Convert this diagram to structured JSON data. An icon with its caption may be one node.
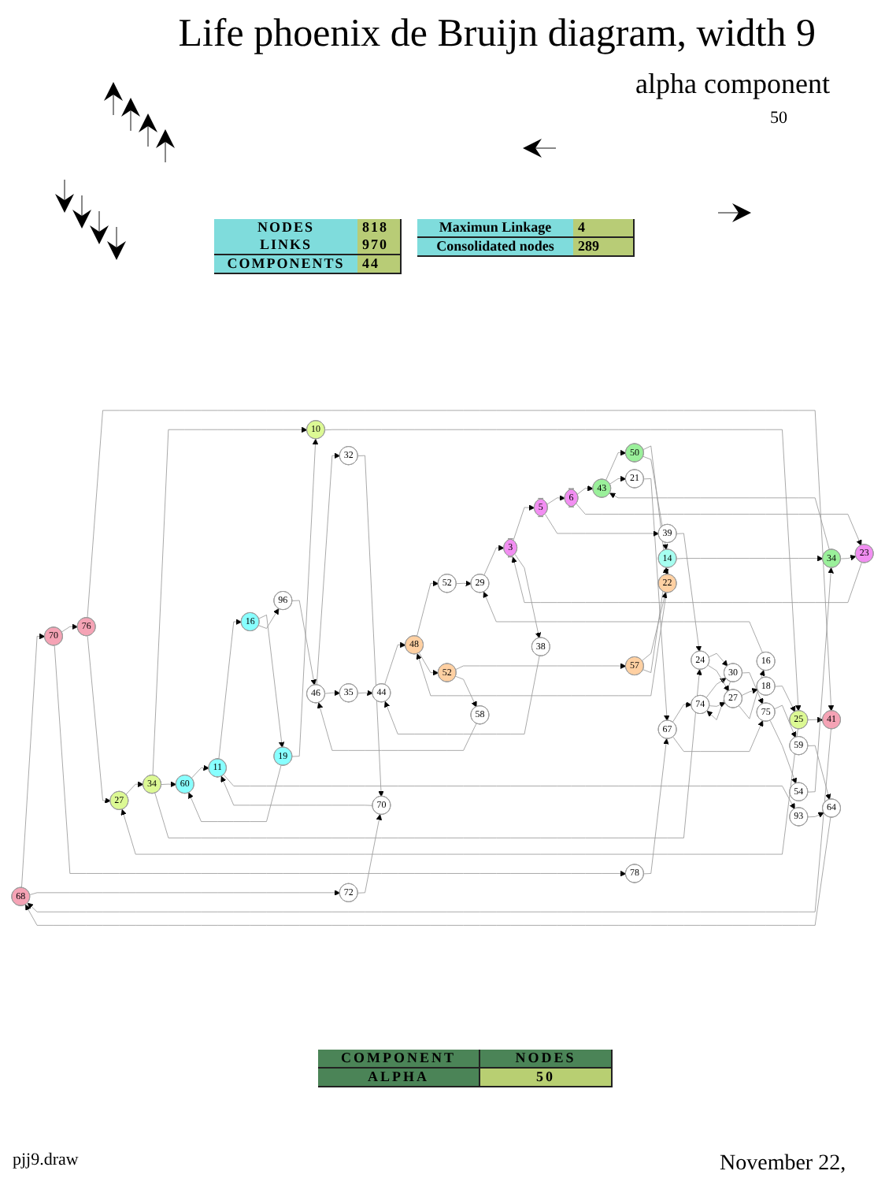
{
  "diagram": {
    "title": "Life phoenix de Bruijn diagram, width 9",
    "nodes": [
      {
        "text": [
          "68"
        ]
      },
      {
        "text": [
          "41"
        ]
      },
      {
        "text": [
          "25"
        ]
      },
      {
        "text": [
          "10"
        ]
      },
      {
        "text": [
          "19"
        ]
      },
      {
        "text": [
          "16"
        ]
      },
      {
        "text": [
          "96"
        ]
      },
      {
        "text": [
          "70"
        ]
      },
      {
        "text": [
          "76"
        ]
      },
      {
        "text": [
          "27"
        ]
      },
      {
        "text": [
          "34"
        ]
      },
      {
        "text": [
          "60"
        ]
      },
      {
        "text": [
          "11"
        ]
      },
      {
        "text": [
          "46"
        ]
      },
      {
        "text": [
          "32"
        ]
      },
      {
        "text": [
          "78"
        ]
      },
      {
        "text": [
          "93"
        ]
      },
      {
        "text": [
          "72"
        ]
      },
      {
        "text": [
          "70"
        ]
      },
      {
        "text": [
          "74"
        ]
      },
      {
        "text": [
          "30"
        ]
      },
      {
        "text": [
          "64"
        ]
      },
      {
        "text": [
          "35"
        ]
      },
      {
        "text": [
          "18"
        ]
      },
      {
        "text": [
          "67"
        ]
      },
      {
        "text": [
          "75"
        ]
      },
      {
        "text": [
          "59"
        ]
      },
      {
        "text": [
          "58"
        ]
      },
      {
        "text": [
          "27"
        ]
      },
      {
        "text": [
          "29"
        ]
      },
      {
        "text": [
          "16"
        ]
      },
      {
        "text": [
          "21"
        ]
      },
      {
        "text": [
          "54"
        ]
      },
      {
        "text": [
          "24"
        ]
      },
      {
        "text": [
          "44"
        ]
      },
      {
        "text": [
          "52"
        ]
      },
      {
        "text": [
          "39"
        ]
      },
      {
        "text": [
          "48"
        ]
      },
      {
        "text": [
          "22"
        ]
      },
      {
        "text": [
          "50"
        ]
      },
      {
        "text": [
          "43"
        ]
      },
      {
        "text": [
          "6"
        ]
      },
      {
        "text": [
          "5"
        ]
      },
      {
        "text": [
          "52"
        ]
      },
      {
        "text": [
          "57"
        ]
      },
      {
        "text": [
          "14"
        ]
      },
      {
        "text": [
          "34"
        ]
      },
      {
        "text": [
          "23"
        ]
      },
      {
        "text": [
          "3"
        ]
      },
      {
        "text": [
          "38"
        ]
      }
    ],
    "edges": [
      {
        "from": 1,
        "to": 0,
        "arrow": "to"
      },
      {
        "from": 2,
        "to": 1,
        "arrow": "to"
      },
      {
        "from": 3,
        "to": 2,
        "arrow": "to"
      },
      {
        "from": 4,
        "to": 3,
        "arrow": "to"
      },
      {
        "from": 5,
        "to": 4,
        "arrow": "to"
      },
      {
        "from": 5,
        "to": 6,
        "arrow": "to"
      },
      {
        "from": 0,
        "to": 7,
        "arrow": "to"
      },
      {
        "from": 0,
        "to": 17,
        "arrow": "to"
      },
      {
        "from": 8,
        "to": 1,
        "arrow": "to"
      },
      {
        "from": 2,
        "to": 9,
        "arrow": "to"
      },
      {
        "from": 10,
        "to": 3,
        "arrow": "to"
      },
      {
        "from": 4,
        "to": 11,
        "arrow": "to"
      },
      {
        "from": 12,
        "to": 5,
        "arrow": "to"
      },
      {
        "from": 6,
        "to": 13,
        "arrow": "to"
      },
      {
        "from": 7,
        "to": 8,
        "arrow": "to"
      },
      {
        "from": 8,
        "to": 9,
        "arrow": "to"
      },
      {
        "from": 9,
        "to": 10,
        "arrow": "to"
      },
      {
        "from": 10,
        "to": 11,
        "arrow": "to"
      },
      {
        "from": 11,
        "to": 12,
        "arrow": "to"
      },
      {
        "from": 21,
        "to": 0,
        "arrow": "to"
      },
      {
        "from": 7,
        "to": 15,
        "arrow": "to"
      },
      {
        "from": 12,
        "to": 16,
        "arrow": "to"
      },
      {
        "from": 13,
        "to": 14,
        "arrow": "to"
      },
      {
        "from": 13,
        "to": 22,
        "arrow": "to"
      },
      {
        "from": 14,
        "to": 18,
        "arrow": "to"
      },
      {
        "from": 18,
        "to": 12,
        "arrow": "to"
      },
      {
        "from": 17,
        "to": 18,
        "arrow": "to"
      },
      {
        "from": 15,
        "to": 24,
        "arrow": "to"
      },
      {
        "from": 16,
        "to": 21,
        "arrow": "to"
      },
      {
        "from": 19,
        "to": 20,
        "arrow": "to"
      },
      {
        "from": 20,
        "to": 19,
        "arrow": "to"
      },
      {
        "from": 19,
        "to": 28,
        "arrow": "to"
      },
      {
        "from": 20,
        "to": 25,
        "arrow": "to"
      },
      {
        "from": 22,
        "to": 34,
        "arrow": "to"
      },
      {
        "from": 23,
        "to": 2,
        "arrow": "to"
      },
      {
        "from": 24,
        "to": 19,
        "arrow": "to"
      },
      {
        "from": 24,
        "to": 25,
        "arrow": "to"
      },
      {
        "from": 25,
        "to": 26,
        "arrow": "to"
      },
      {
        "from": 25,
        "to": 32,
        "arrow": "to"
      },
      {
        "from": 26,
        "to": 21,
        "arrow": "to"
      },
      {
        "from": 27,
        "to": 13,
        "arrow": "to"
      },
      {
        "from": 28,
        "to": 23,
        "arrow": "to"
      },
      {
        "from": 28,
        "to": 30,
        "arrow": "to"
      },
      {
        "from": 30,
        "to": 29,
        "arrow": "to"
      },
      {
        "from": 29,
        "to": 48,
        "arrow": "to"
      },
      {
        "from": 31,
        "to": 24,
        "arrow": "to"
      },
      {
        "from": 32,
        "to": 46,
        "arrow": "to"
      },
      {
        "from": 33,
        "to": 20,
        "arrow": "to"
      },
      {
        "from": 33,
        "to": 28,
        "arrow": "to"
      },
      {
        "from": 10,
        "to": 33,
        "arrow": "to"
      },
      {
        "from": 34,
        "to": 37,
        "arrow": "to"
      },
      {
        "from": 35,
        "to": 29,
        "arrow": "to"
      },
      {
        "from": 36,
        "to": 33,
        "arrow": "to"
      },
      {
        "from": 37,
        "to": 35,
        "arrow": "to"
      },
      {
        "from": 37,
        "to": 43,
        "arrow": "to"
      },
      {
        "from": 38,
        "to": 37,
        "arrow": "to"
      },
      {
        "from": 39,
        "to": 38,
        "arrow": "to"
      },
      {
        "from": 39,
        "to": 45,
        "arrow": "to"
      },
      {
        "from": 40,
        "to": 39,
        "arrow": "to"
      },
      {
        "from": 40,
        "to": 31,
        "arrow": "to"
      },
      {
        "from": 41,
        "to": 40,
        "arrow": "to"
      },
      {
        "from": 41,
        "to": 47,
        "arrow": "to"
      },
      {
        "from": 42,
        "to": 41,
        "arrow": "to"
      },
      {
        "from": 42,
        "to": 36,
        "arrow": "to"
      },
      {
        "from": 43,
        "to": 44,
        "arrow": "to"
      },
      {
        "from": 43,
        "to": 27,
        "arrow": "to"
      },
      {
        "from": 44,
        "to": 38,
        "arrow": "to"
      },
      {
        "from": 44,
        "to": 45,
        "arrow": "to"
      },
      {
        "from": 45,
        "to": 46,
        "arrow": "to"
      },
      {
        "from": 46,
        "to": 40,
        "arrow": "to"
      },
      {
        "from": 46,
        "to": 47,
        "arrow": "to"
      },
      {
        "from": 47,
        "to": 48,
        "arrow": "to"
      },
      {
        "from": 48,
        "to": 42,
        "arrow": "to"
      },
      {
        "from": 48,
        "to": 49,
        "arrow": "to"
      },
      {
        "from": 49,
        "to": 34,
        "arrow": "to"
      }
    ],
    "labels": [
      "alpha component",
      "50",
      "NODES",
      "818",
      "LINKS",
      "970",
      "COMPONENTS",
      "44",
      "Maximun Linkage",
      "4",
      "Consolidated nodes",
      "289",
      "COMPONENT",
      "NODES",
      "ALPHA",
      "50",
      "pjj9.draw",
      "November 22,"
    ]
  }
}
